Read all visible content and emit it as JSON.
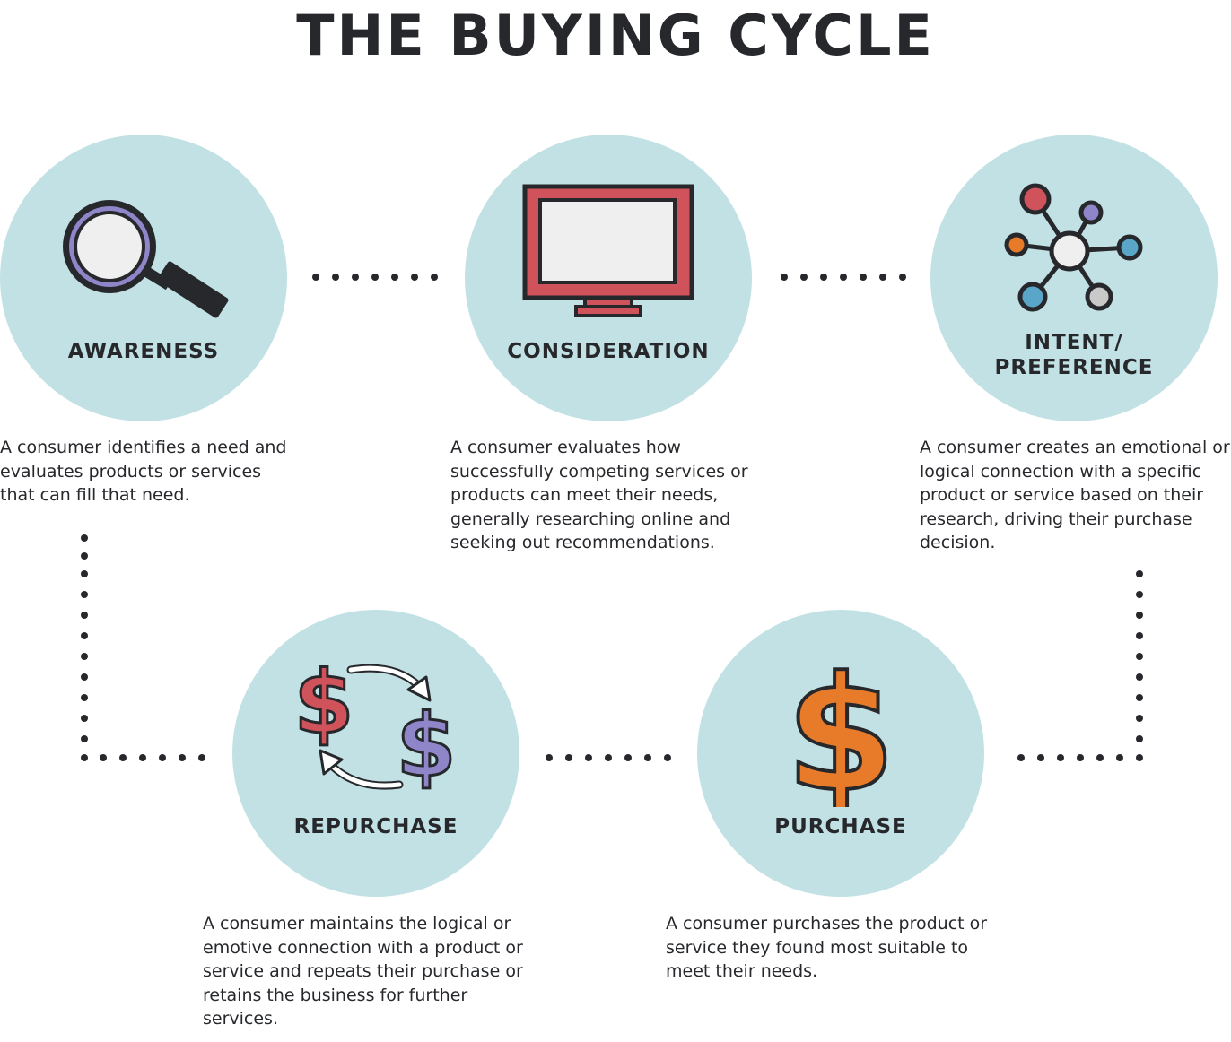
{
  "title": "THE BUYING CYCLE",
  "stages": {
    "awareness": {
      "label": "AWARENESS",
      "description": "A consumer identifies a need and evaluates products or services that can fill that need.",
      "icon": "magnifying-glass-icon"
    },
    "consideration": {
      "label": "CONSIDERATION",
      "description": "A consumer evaluates how successfully competing services or products can meet their needs, generally researching online and seeking out recommendations.",
      "icon": "monitor-icon"
    },
    "intent": {
      "label": "INTENT/\nPREFERENCE",
      "description": "A consumer creates an emotional or logical connection with a specific product or service based on their research, driving their purchase decision.",
      "icon": "network-icon"
    },
    "purchase": {
      "label": "PURCHASE",
      "description": "A consumer purchases the product or service they found most suitable to meet their needs.",
      "icon": "dollar-sign-icon"
    },
    "repurchase": {
      "label": "REPURCHASE",
      "description": "A consumer maintains the logical or emotive connection with a product or service and repeats their purchase or retains the business for further services.",
      "icon": "dollar-exchange-icon"
    }
  },
  "colors": {
    "circle": "#c1e1e4",
    "text": "#26282c",
    "red": "#d0525a",
    "orange": "#e87b2a",
    "purple": "#8f86c9",
    "blue": "#5aa6c8",
    "gray": "#c9c9c9"
  }
}
